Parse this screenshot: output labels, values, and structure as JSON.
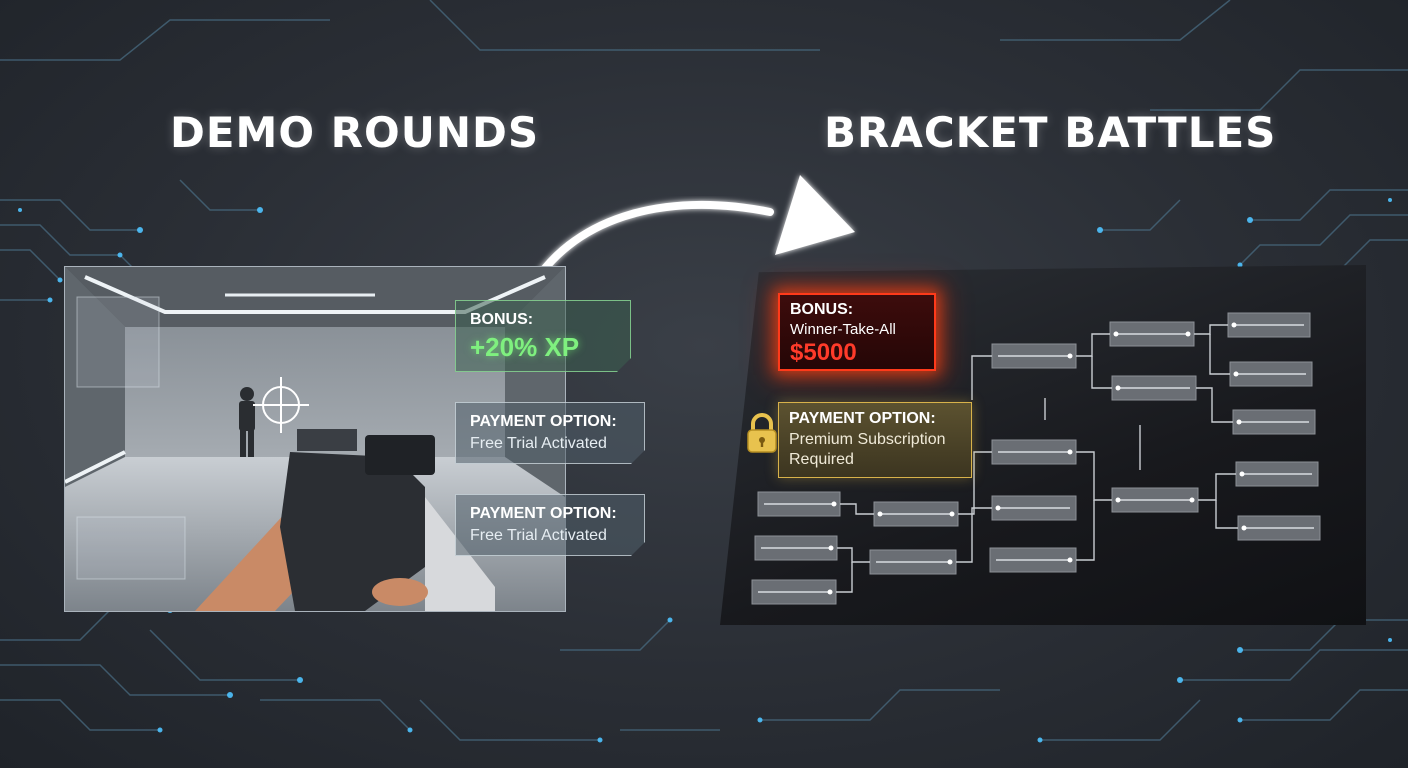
{
  "left": {
    "heading": "DEMO ROUNDS",
    "bonus": {
      "title": "BONUS:",
      "value": "+20% XP"
    },
    "payment_1": {
      "title": "PAYMENT OPTION:",
      "detail": "Free Trial Activated"
    },
    "payment_2": {
      "title": "PAYMENT OPTION:",
      "detail": "Free Trial Activated"
    }
  },
  "right": {
    "heading": "BRACKET BATTLES",
    "bonus": {
      "title": "BONUS:",
      "detail": "Winner-Take-All",
      "value": "$5000"
    },
    "payment": {
      "title": "PAYMENT OPTION:",
      "detail": "Premium Subscription Required"
    }
  },
  "colors": {
    "background": "#2a2e35",
    "accent_green": "#7ff07f",
    "accent_red": "#ff3a1a",
    "accent_gold": "#d8b24a",
    "circuit_cyan": "#4fc3ff"
  },
  "icons": [
    "lock-icon",
    "crosshair-icon",
    "arrow-icon"
  ]
}
